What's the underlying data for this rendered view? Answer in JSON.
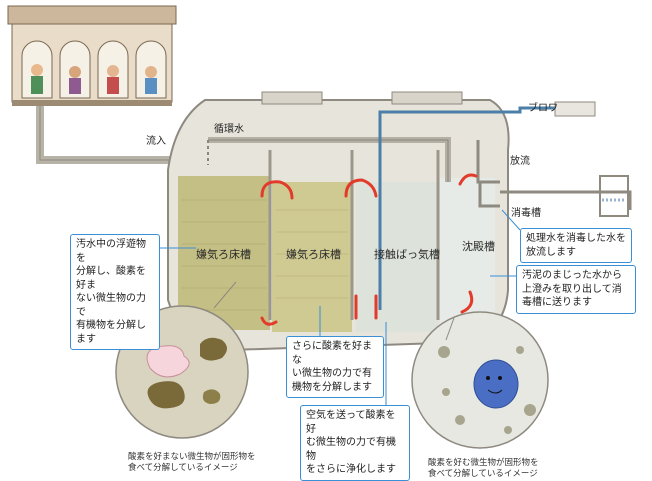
{
  "labels": {
    "inflow": "流入",
    "circulation_water": "循環水",
    "blower": "ブロワ",
    "discharge": "放流",
    "disinfection_tank": "消毒槽",
    "settling_tank": "沈殿槽",
    "anaerobic_tank_1": "嫌気ろ床槽",
    "anaerobic_tank_2": "嫌気ろ床槽",
    "contact_aeration_tank": "接触ばっ気槽"
  },
  "callouts": {
    "anaerobic_1": "汚水中の浮遊物を\n分解し、酸素を好ま\nない微生物の力で\n有機物を分解します",
    "anaerobic_2": "さらに酸素を好まな\nい微生物の力で有\n機物を分解します",
    "aeration": "空気を送って酸素を好\nむ微生物の力で有機物\nをさらに浄化します",
    "disinfection": "処理水を消毒した水を\n放流します",
    "settling": "汚泥のまじった水から\n上澄みを取り出して消\n毒槽に送ります"
  },
  "captions": {
    "anaerobic_microbes": "酸素を好まない微生物が固形物を\n食べて分解しているイメージ",
    "aerobic_microbes": "酸素を好む微生物が固形物を\n食べて分解しているイメージ"
  },
  "colors": {
    "tank_wall": "#e7e4dc",
    "tank_outline": "#8f8a80",
    "anaerobic_water": "#c4bf84",
    "aerobic_water": "#d9dfd9",
    "callout_border": "#3a8fd6",
    "arrow_red": "#e23b2b"
  }
}
